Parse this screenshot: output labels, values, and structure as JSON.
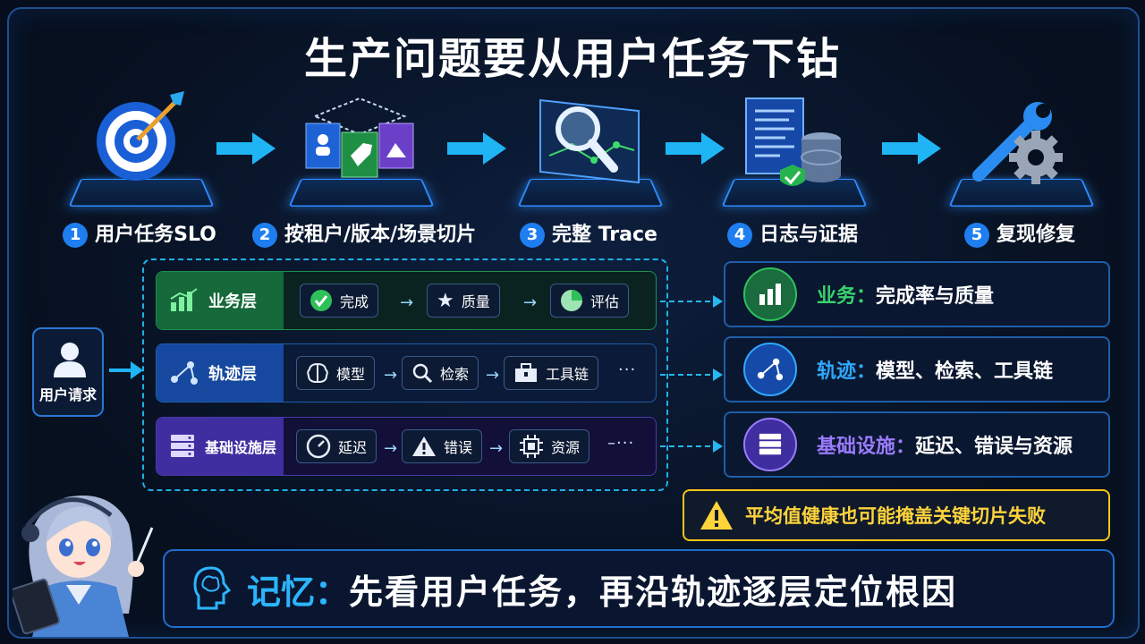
{
  "title": "生产问题要从用户任务下钻",
  "steps": [
    {
      "num": "1",
      "label": "用户任务SLO",
      "icon": "target-icon"
    },
    {
      "num": "2",
      "label": "按租户/版本/场景切片",
      "icon": "slice-cubes-icon"
    },
    {
      "num": "3",
      "label": "完整 Trace",
      "icon": "magnifier-trace-icon"
    },
    {
      "num": "4",
      "label": "日志与证据",
      "icon": "log-database-icon"
    },
    {
      "num": "5",
      "label": "复现修复",
      "icon": "wrench-gear-icon"
    }
  ],
  "user_request": {
    "label": "用户请求"
  },
  "layers": [
    {
      "name": "业务层",
      "color": "#23a455",
      "chips": [
        "完成",
        "质量",
        "评估"
      ],
      "ellipsis": ""
    },
    {
      "name": "轨迹层",
      "color": "#1e6fd9",
      "chips": [
        "模型",
        "检索",
        "工具链"
      ],
      "ellipsis": "···"
    },
    {
      "name": "基础设施层",
      "color": "#6b45d8",
      "chips": [
        "延迟",
        "错误",
        "资源"
      ],
      "ellipsis": "–···"
    }
  ],
  "summaries": [
    {
      "key": "业务：",
      "value": "完成率与质量",
      "color": "#38d26b"
    },
    {
      "key": "轨迹：",
      "value": "模型、检索、工具链",
      "color": "#2fa8ff"
    },
    {
      "key": "基础设施：",
      "value": "延迟、错误与资源",
      "color": "#9a7bff"
    }
  ],
  "warning": {
    "text": "平均值健康也可能掩盖关键切片失败",
    "color": "#ffd43b"
  },
  "memory": {
    "key": "记忆：",
    "value": "先看用户任务，再沿轨迹逐层定位根因"
  }
}
